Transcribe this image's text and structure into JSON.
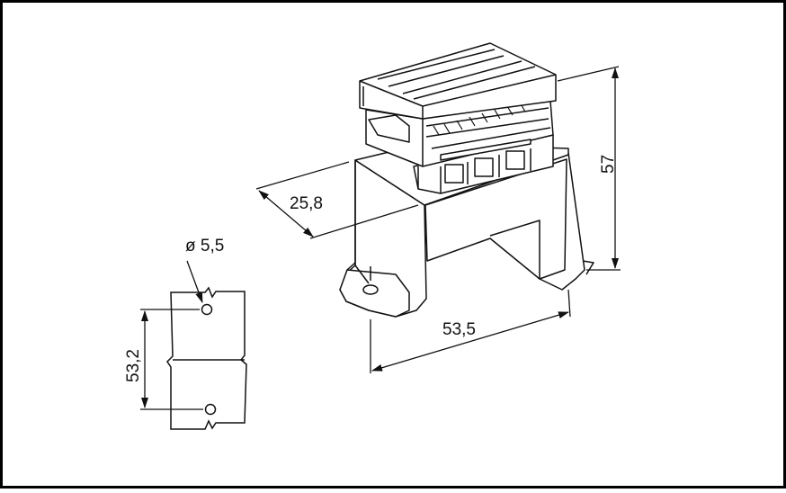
{
  "dimensions": {
    "width": "25,8",
    "height": "57",
    "length": "53,5",
    "hole_spacing": "53,2",
    "hole_diameter": "ø 5,5"
  },
  "colors": {
    "ink": "#111111",
    "paper": "#ffffff",
    "frame": "#000000"
  }
}
